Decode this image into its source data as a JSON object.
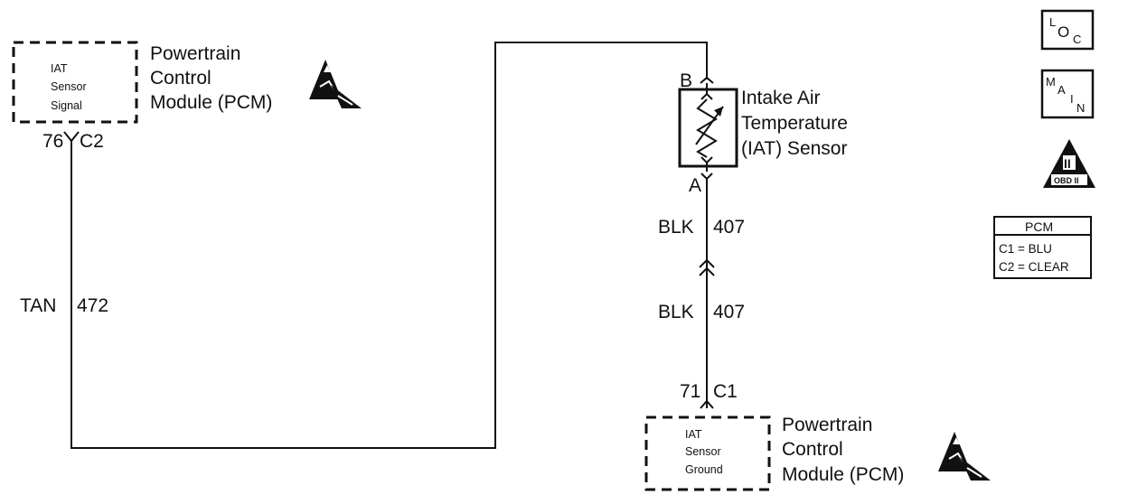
{
  "pcm_signal": {
    "box_lines": [
      "IAT",
      "Sensor",
      "Signal"
    ],
    "label_lines": [
      "Powertrain",
      "Control",
      "Module (PCM)"
    ],
    "pin": "76",
    "connector": "C2"
  },
  "pcm_ground": {
    "box_lines": [
      "IAT",
      "Sensor",
      "Ground"
    ],
    "label_lines": [
      "Powertrain",
      "Control",
      "Module (PCM)"
    ],
    "pin": "71",
    "connector": "C1"
  },
  "iat_sensor": {
    "label_lines": [
      "Intake Air",
      "Temperature",
      "(IAT) Sensor"
    ],
    "terminal_b": "B",
    "terminal_a": "A"
  },
  "wires": {
    "signal": {
      "color": "TAN",
      "circuit": "472"
    },
    "ground_upper": {
      "color": "BLK",
      "circuit": "407"
    },
    "ground_lower": {
      "color": "BLK",
      "circuit": "407"
    }
  },
  "legend": {
    "loc_icon": {
      "letters": [
        "L",
        "O",
        "C"
      ]
    },
    "main_icon": {
      "letters": [
        "M",
        "A",
        "I",
        "N"
      ]
    },
    "obd_icon": {
      "numeral": "II",
      "text": "OBD II"
    },
    "pcm_table": {
      "title": "PCM",
      "rows": [
        "C1 = BLU",
        "C2 = CLEAR"
      ]
    }
  },
  "icons": [
    "esd-warning-icon",
    "loc-icon",
    "main-icon",
    "obd-ii-icon"
  ]
}
